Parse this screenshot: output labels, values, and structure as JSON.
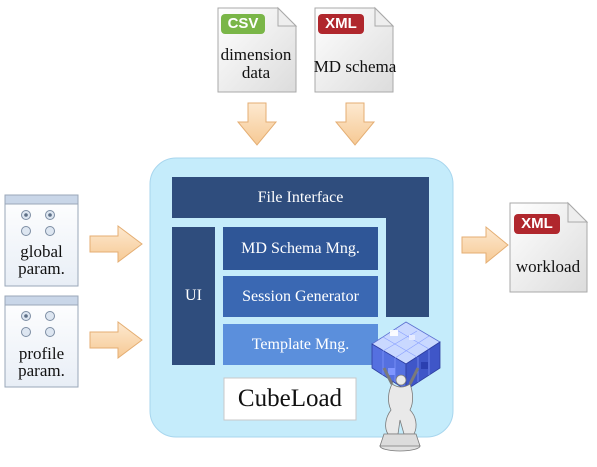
{
  "inputs": {
    "csv": {
      "badge": "CSV",
      "label_line1": "dimension",
      "label_line2": "data",
      "badge_color": "#7ab648"
    },
    "xml": {
      "badge": "XML",
      "label": "MD schema",
      "badge_color": "#b0272d"
    }
  },
  "params": {
    "global": {
      "line1": "global",
      "line2": "param."
    },
    "profile": {
      "line1": "profile",
      "line2": "param."
    }
  },
  "cubeload": {
    "file_interface": "File Interface",
    "ui": "UI",
    "md_schema_mng": "MD Schema Mng.",
    "session_generator": "Session Generator",
    "template_mng": "Template Mng.",
    "title": "CubeLoad"
  },
  "output": {
    "badge": "XML",
    "label": "workload",
    "badge_color": "#b0272d"
  },
  "colors": {
    "container": "#c5ecfb",
    "dark_navy": "#2f4d7d",
    "mid_blue": "#3a68b3",
    "light_blue": "#5b8fdc",
    "arrow_fill": "#fbdcb6",
    "arrow_stroke": "#e4ae73"
  }
}
